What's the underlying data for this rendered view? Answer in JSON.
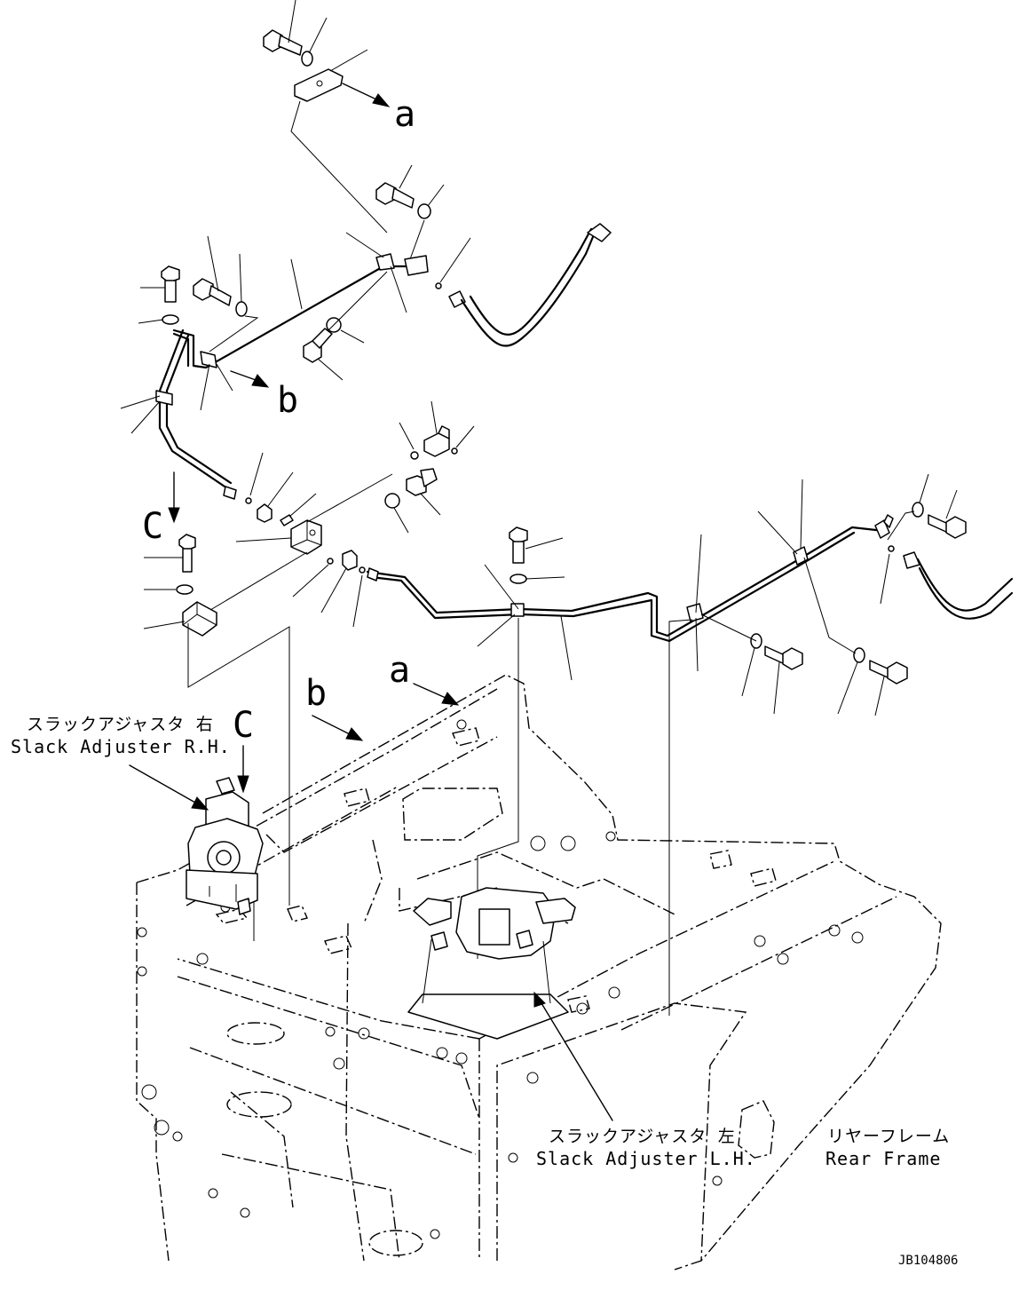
{
  "view_labels": {
    "a_top": "a",
    "b_top": "b",
    "c_left": "C",
    "a_frame": "a",
    "b_frame": "b",
    "c_frame": "C"
  },
  "slack_adjuster_rh": {
    "jp": "スラックアジャスタ 右",
    "en": "Slack Adjuster R.H."
  },
  "slack_adjuster_lh": {
    "jp": "スラックアジャスタ 左",
    "en": "Slack Adjuster L.H."
  },
  "rear_frame": {
    "jp": "リヤーフレーム",
    "en": "Rear Frame"
  },
  "drawing_code": "JB104806"
}
